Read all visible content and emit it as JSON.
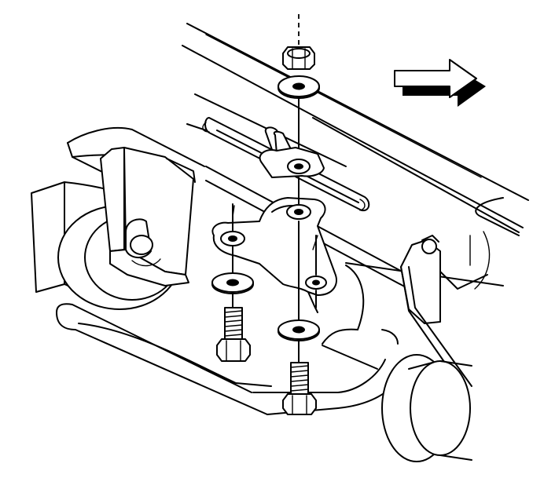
{
  "diagram": {
    "arrow_direction": "right",
    "colors": {
      "line": "#000000",
      "background": "#ffffff"
    },
    "components": [
      "frame-rail",
      "crossmember",
      "leaf-spring-hanger",
      "stabilizer-shaft",
      "shaft-bracket",
      "nut",
      "washer",
      "bolt"
    ]
  }
}
